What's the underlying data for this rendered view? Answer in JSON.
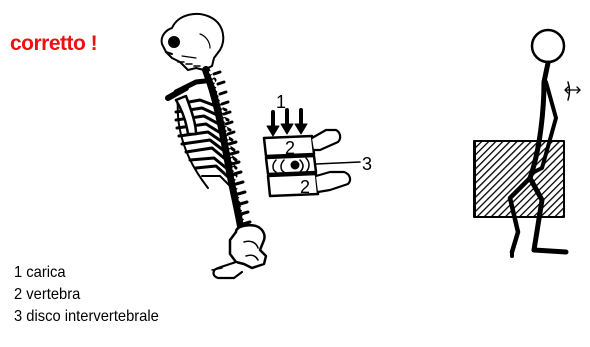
{
  "title": "corretto !",
  "colors": {
    "title": "#ee1111",
    "ink": "#000000"
  },
  "callouts": {
    "load": "1",
    "vertebra_top": "2",
    "vertebra_bottom": "2",
    "disc": "3"
  },
  "legend": [
    {
      "text": "1 carica"
    },
    {
      "text": "2 vertebra"
    },
    {
      "text": "3 disco intervertebrale"
    }
  ]
}
